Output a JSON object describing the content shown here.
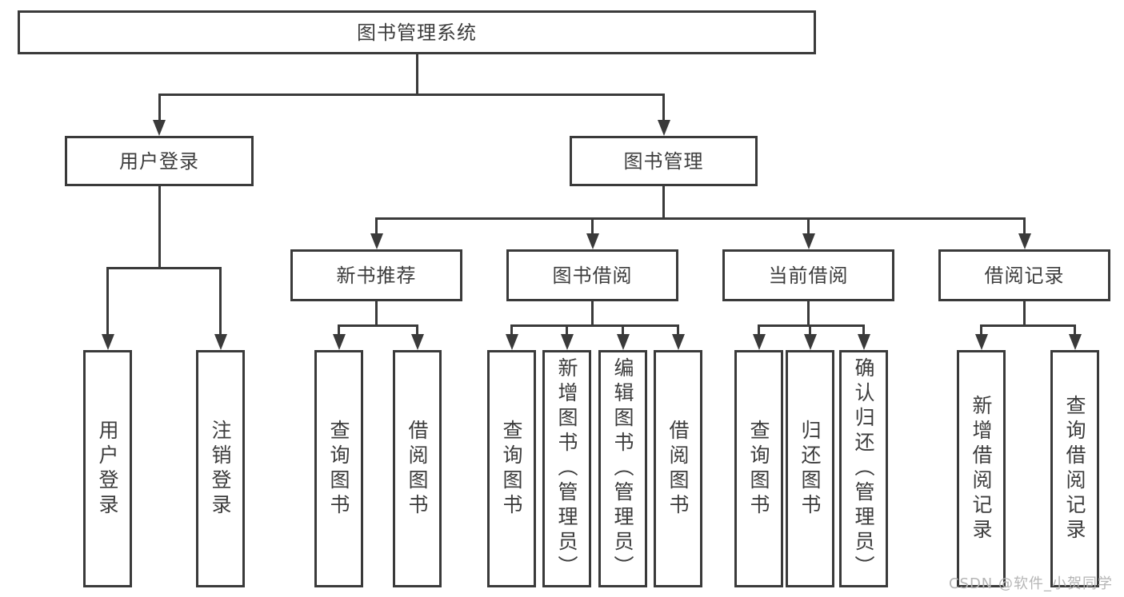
{
  "tree": {
    "root": "图书管理系统",
    "branches": [
      {
        "label": "用户登录",
        "children": [
          "用户登录",
          "注销登录"
        ]
      },
      {
        "label": "图书管理",
        "groups": [
          {
            "label": "新书推荐",
            "children": [
              "查询图书",
              "借阅图书"
            ]
          },
          {
            "label": "图书借阅",
            "children": [
              "查询图书",
              "新增图书（管理员）",
              "编辑图书（管理员）",
              "借阅图书"
            ]
          },
          {
            "label": "当前借阅",
            "children": [
              "查询图书",
              "归还图书",
              "确认归还（管理员）"
            ]
          },
          {
            "label": "借阅记录",
            "children": [
              "新增借阅记录",
              "查询借阅记录"
            ]
          }
        ]
      }
    ]
  },
  "watermark": "CSDN @软件_小贺同学",
  "colors": {
    "line": "#3a3a3a",
    "text": "#3d3d3d",
    "background": "#ffffff",
    "watermark": "#b5b5b5"
  }
}
